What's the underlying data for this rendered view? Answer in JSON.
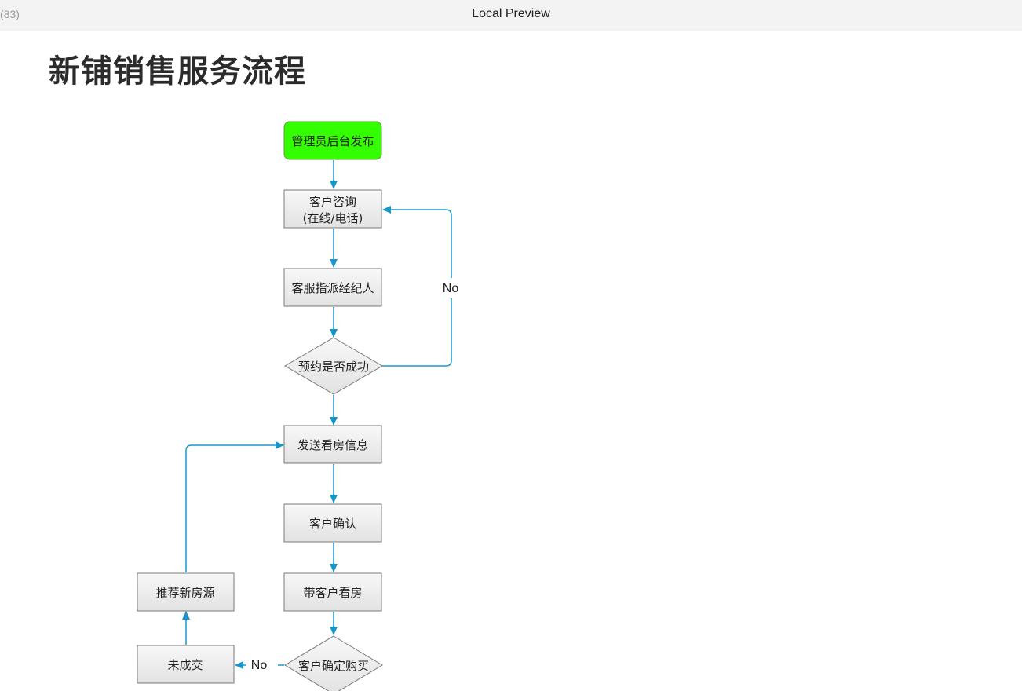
{
  "window": {
    "left_fragment": "(83)",
    "title": "Local Preview"
  },
  "page": {
    "title": "新铺销售服务流程"
  },
  "colors": {
    "start_fill": "#33ff00",
    "node_fill_top": "#f8f8f8",
    "node_fill_bottom": "#e2e2e2",
    "node_stroke": "#7a7a7a",
    "connector": "#1a95c9"
  },
  "flow": {
    "nodes": {
      "admin_publish": "管理员后台发布",
      "customer_inquiry_line1": "客户咨询",
      "customer_inquiry_line2": "(在线/电话)",
      "assign_agent": "客服指派经纪人",
      "appointment_success": "预约是否成功",
      "send_viewing_info": "发送看房信息",
      "customer_confirm": "客户确认",
      "take_to_view": "带客户看房",
      "purchase_decision": "客户确定购买",
      "no_deal": "未成交",
      "recommend_new": "推荐新房源"
    },
    "edge_labels": {
      "appointment_no": "No",
      "purchase_no": "No"
    }
  }
}
